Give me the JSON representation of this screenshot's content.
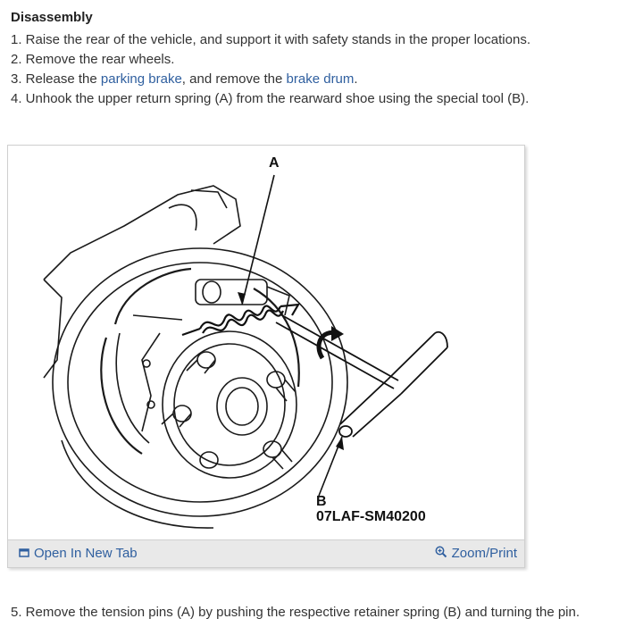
{
  "heading": "Disassembly",
  "steps": {
    "s1": "1. Raise the rear of the vehicle, and support it with safety stands in the proper locations.",
    "s2": "2. Remove the rear wheels.",
    "s3_pre": "3. Release the ",
    "s3_link1": "parking brake",
    "s3_mid": ", and remove the ",
    "s3_link2": "brake drum",
    "s3_post": ".",
    "s4": "4. Unhook the upper return spring (A) from the rearward shoe using the special tool (B).",
    "s5": "5. Remove the tension pins (A) by pushing the respective retainer spring (B) and turning the pin."
  },
  "figure": {
    "label_a": "A",
    "label_b": "B",
    "tool_number": "07LAF-SM40200",
    "open_tab_label": "Open In New Tab",
    "zoom_label": "Zoom/Print",
    "open_tab_icon": "external-tab-icon",
    "zoom_icon": "magnifier-icon"
  },
  "colors": {
    "link": "#2f5f9f",
    "bar": "#e9e9e9"
  }
}
